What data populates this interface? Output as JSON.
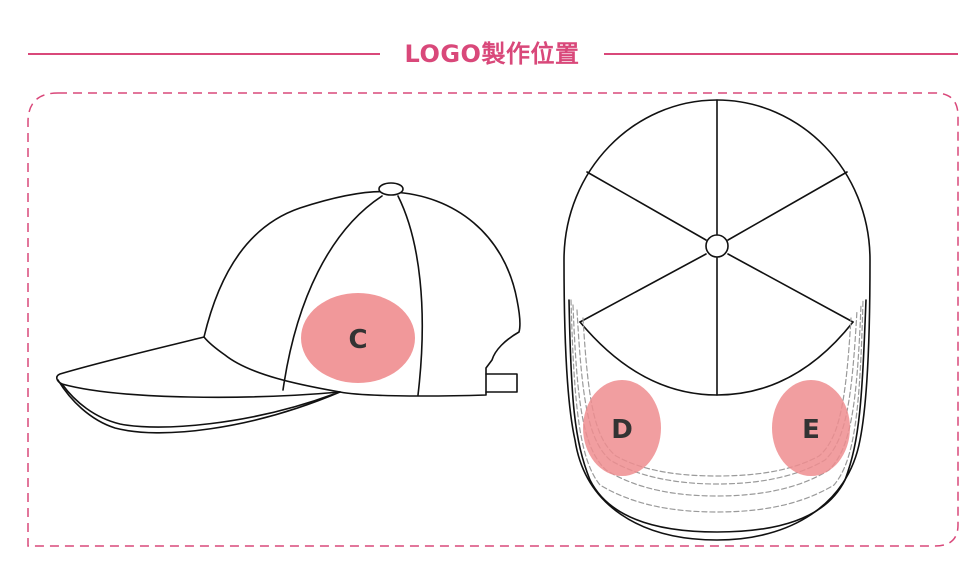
{
  "header": {
    "title": "LOGO製作位置"
  },
  "positions": [
    {
      "id": "C",
      "label": "C"
    },
    {
      "id": "D",
      "label": "D"
    },
    {
      "id": "E",
      "label": "E"
    }
  ],
  "colors": {
    "accent": "#d9487a",
    "marker_fill": "#ef8d8f",
    "outline": "#111111",
    "stitch": "#9a9a9a"
  }
}
